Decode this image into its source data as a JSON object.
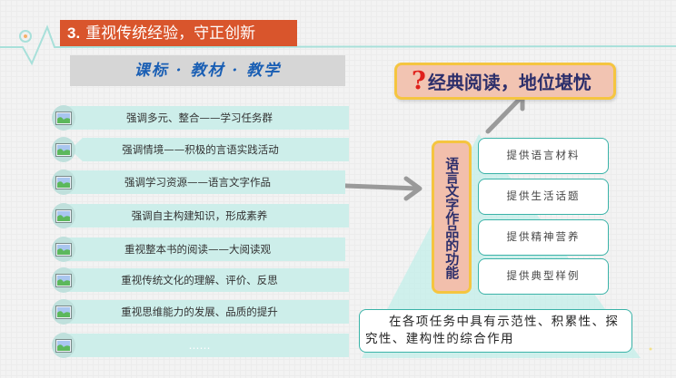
{
  "header": {
    "section_number": "3.",
    "section_title": "重视传统经验，守正创新",
    "subtitle": "课标 · 教材 · 教学"
  },
  "left_list": {
    "items": [
      {
        "label": "强调多元、整合——学习任务群",
        "icon": "image-icon"
      },
      {
        "label": "强调情境——积极的言语实践活动",
        "icon": "image-icon"
      },
      {
        "label": "强调学习资源——语言文字作品",
        "icon": "image-icon"
      },
      {
        "label": "强调自主构建知识，形成素养",
        "icon": "image-icon"
      },
      {
        "label": "重视整本书的阅读——大阅读观",
        "icon": "image-icon"
      },
      {
        "label": "重视传统文化的理解、评价、反思",
        "icon": "image-icon"
      },
      {
        "label": "重视思维能力的发展、品质的提升",
        "icon": "image-icon"
      },
      {
        "label": "……",
        "icon": "image-icon"
      }
    ]
  },
  "question_box": {
    "mark": "?",
    "text": "经典阅读，地位堪忧"
  },
  "function_box": {
    "label": "语言文字作品的功能"
  },
  "provides": [
    {
      "label": "提供语言材料"
    },
    {
      "label": "提供生活话题"
    },
    {
      "label": "提供精神营养"
    },
    {
      "label": "提供典型样例"
    }
  ],
  "summary": {
    "text": "在各项任务中具有示范性、积累性、探究性、建构性的综合作用"
  },
  "colors": {
    "title_bg": "#d9552c",
    "subtitle_bg": "#d6d6d6",
    "subtitle_text": "#1a5fb4",
    "row_bg": "#cdeeea",
    "accent_teal": "#3ab3a8",
    "question_bg": "#f2c4b2",
    "question_border": "#f5c540",
    "question_mark": "#e0201b",
    "arrow_gray": "#9a9a9a"
  }
}
